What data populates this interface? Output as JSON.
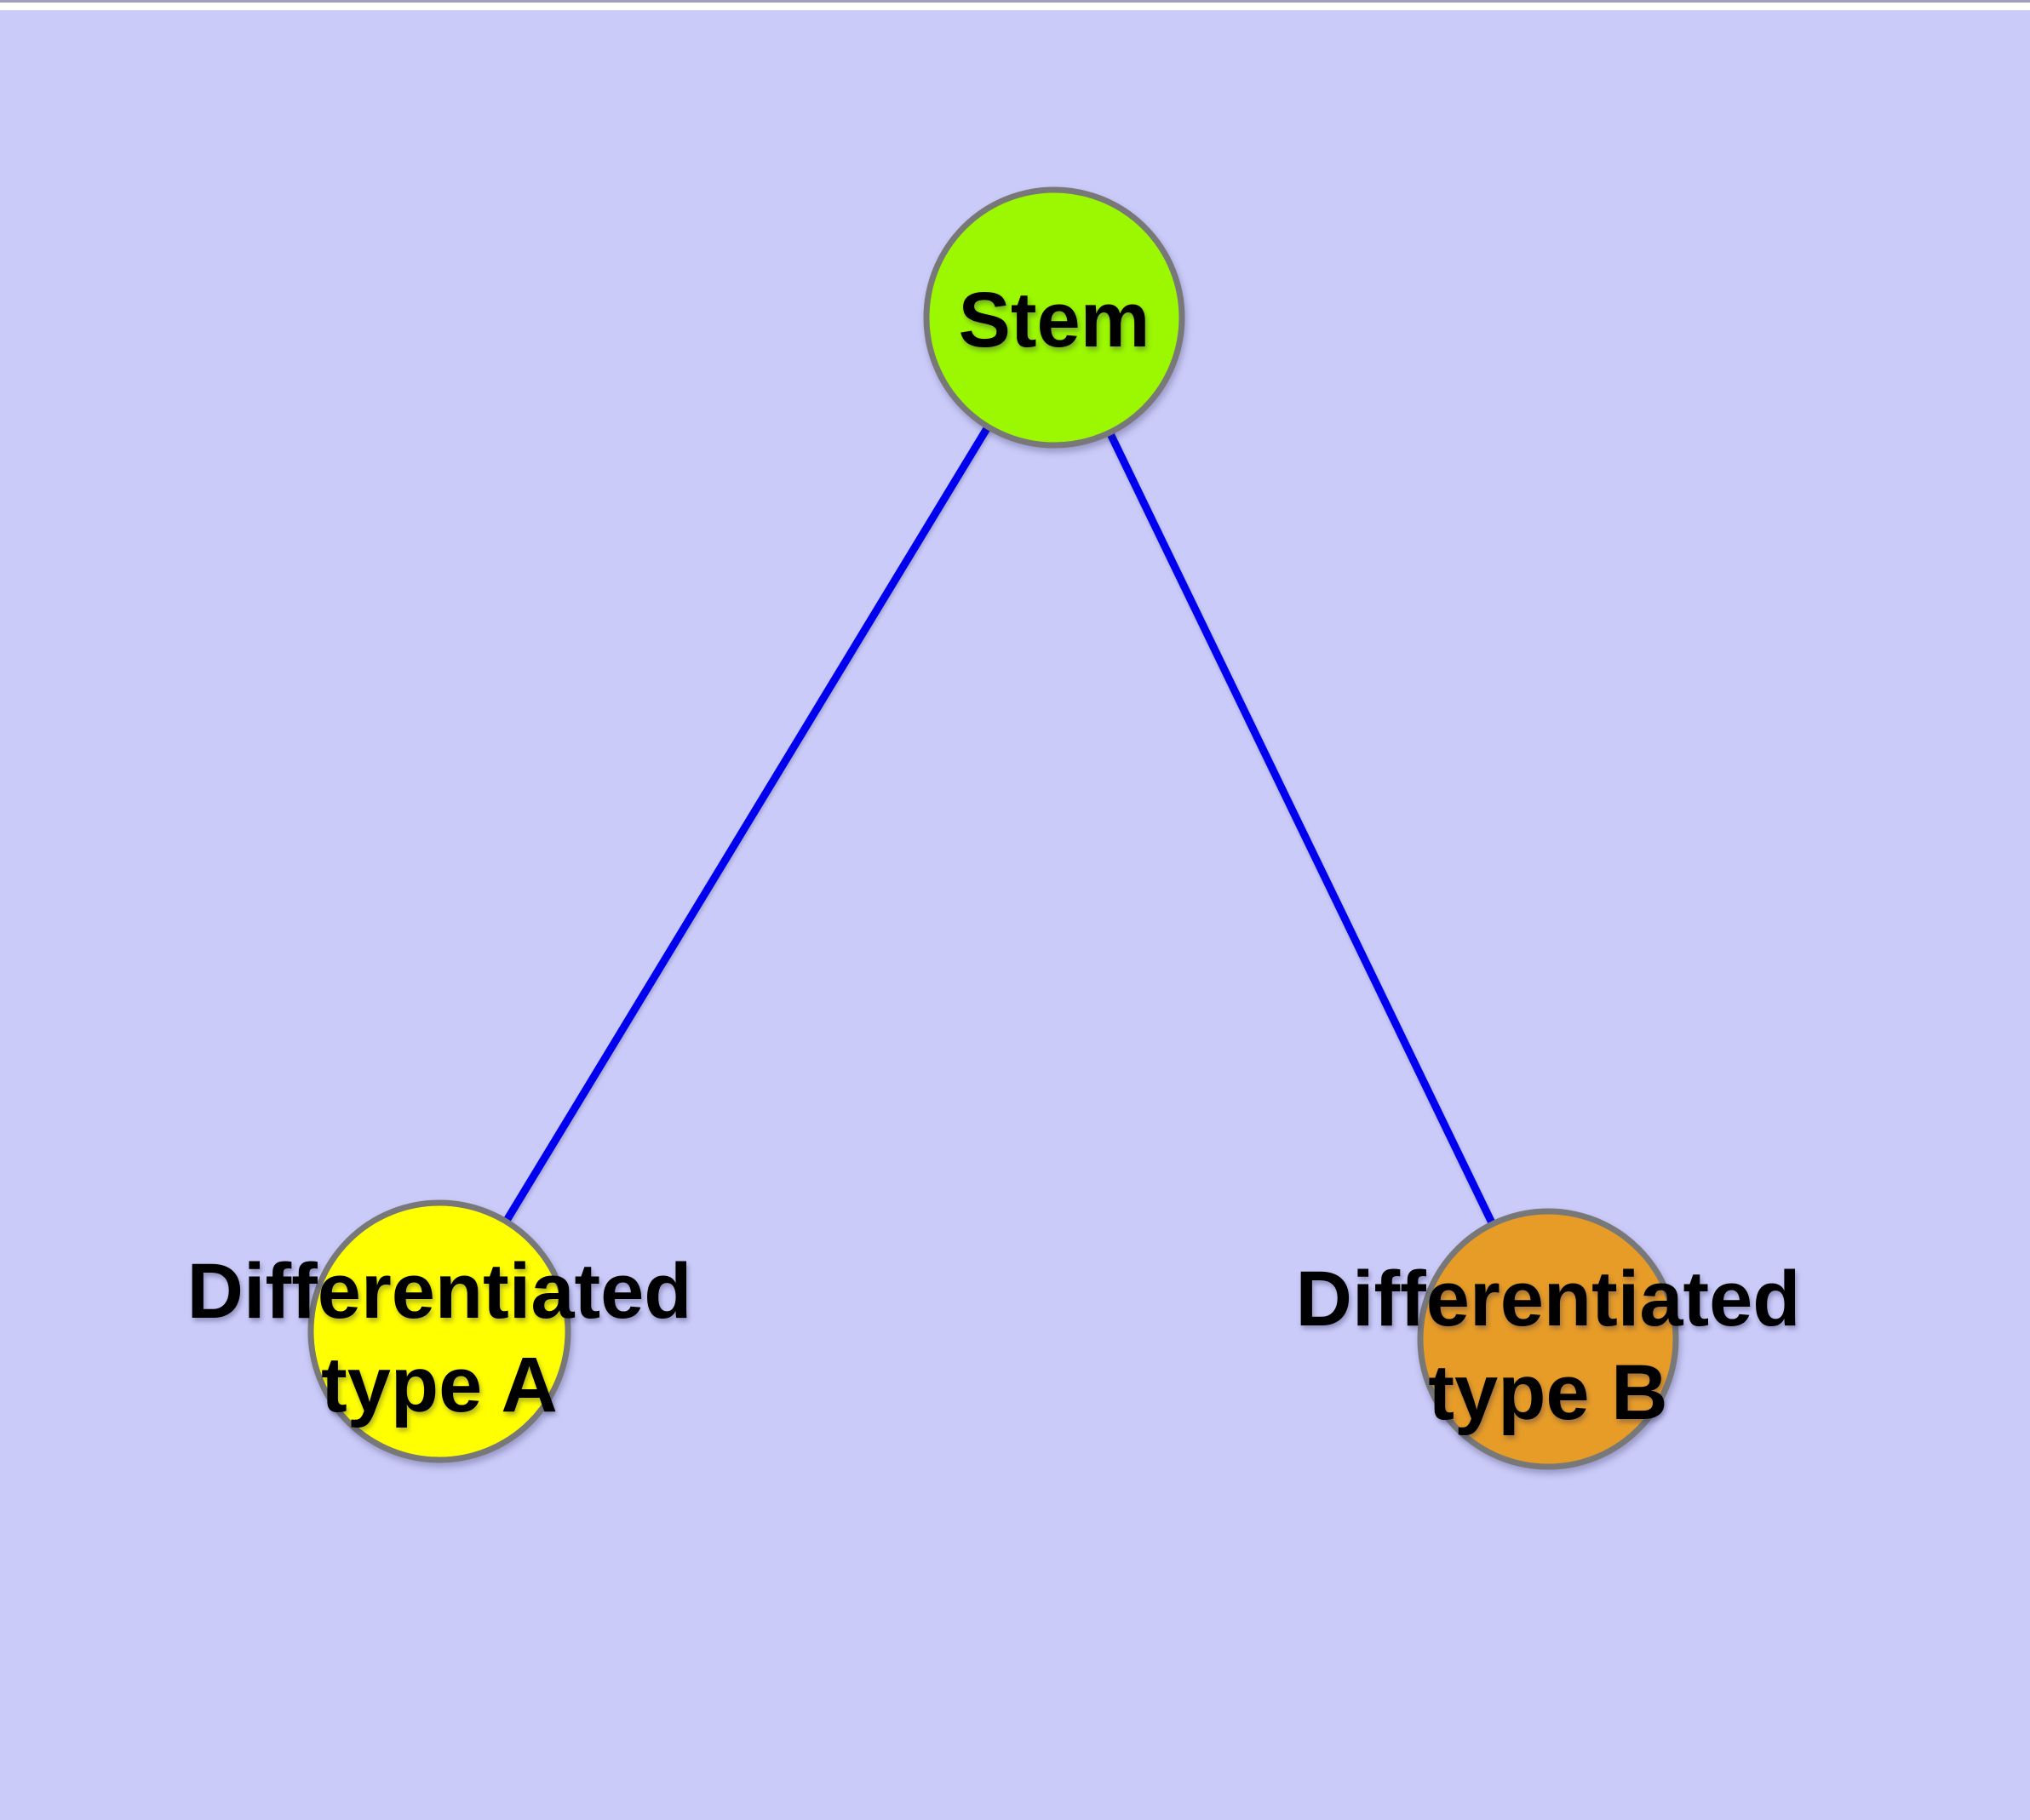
{
  "diagram": {
    "background_color": "#cbcbf9",
    "edge_color": "#0000ee",
    "node_border_color": "#787878",
    "label_color": "#000000",
    "nodes": [
      {
        "id": "stem",
        "label": "Stem",
        "fill": "#9bf800"
      },
      {
        "id": "differentiated-type-a",
        "label": "Differentiated type A",
        "label_line1": "Differentiated",
        "label_line2": "type A",
        "fill": "#ffff00"
      },
      {
        "id": "differentiated-type-b",
        "label": "Differentiated type B",
        "label_line1": "Differentiated",
        "label_line2": "type B",
        "fill": "#e79c28"
      }
    ],
    "edges": [
      {
        "from": "Stem",
        "to": "Differentiated type A"
      },
      {
        "from": "Stem",
        "to": "Differentiated type B"
      }
    ]
  }
}
